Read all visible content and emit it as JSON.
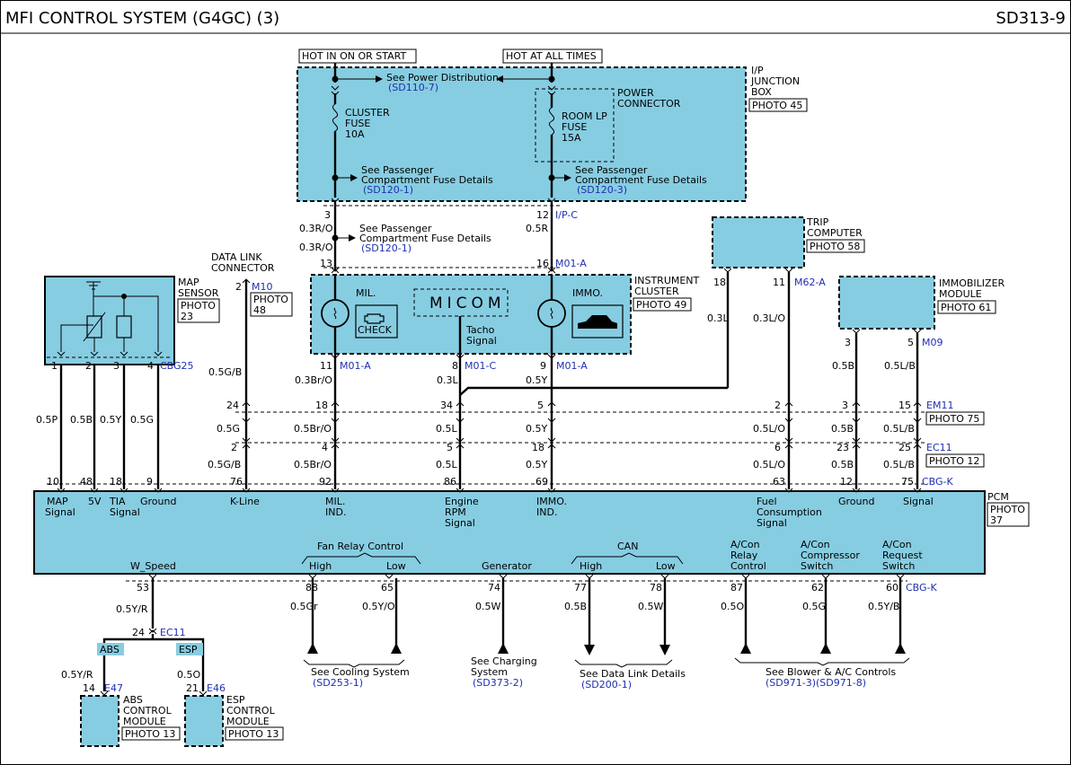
{
  "header": {
    "title": "MFI CONTROL SYSTEM (G4GC) (3)",
    "page_code": "SD313-9"
  },
  "power": {
    "hot_on_start": "HOT IN ON OR START",
    "hot_all_times": "HOT AT ALL TIMES",
    "see_power": "See Power Distribution",
    "power_ref": "(SD110-7)",
    "cluster_fuse": [
      "CLUSTER",
      "FUSE",
      "10A"
    ],
    "room_fuse": [
      "ROOM LP",
      "FUSE",
      "15A"
    ],
    "power_connector": [
      "POWER",
      "CONNECTOR"
    ],
    "ipjb": [
      "I/P",
      "JUNCTION",
      "BOX"
    ],
    "ipjb_photo": "PHOTO 45",
    "see_pass_1": [
      "See Passenger",
      "Compartment Fuse Details"
    ],
    "pass_ref_1": "(SD120-1)",
    "see_pass_2": [
      "See Passenger",
      "Compartment Fuse Details"
    ],
    "pass_ref_2": "(SD120-3)",
    "see_pass_3": [
      "See Passenger",
      "Compartment Fuse Details"
    ],
    "pass_ref_3": "(SD120-1)"
  },
  "cluster": {
    "title": [
      "INSTRUMENT",
      "CLUSTER"
    ],
    "photo": "PHOTO 49",
    "mil": "MIL.",
    "check": "CHECK",
    "micom": "MICOM",
    "immo": "IMMO.",
    "tacho": [
      "Tacho",
      "Signal"
    ]
  },
  "trip": {
    "title": [
      "TRIP",
      "COMPUTER"
    ],
    "photo": "PHOTO 58"
  },
  "immob": {
    "title": [
      "IMMOBILIZER",
      "MODULE"
    ],
    "photo": "PHOTO 61"
  },
  "map_sensor": {
    "title": [
      "MAP",
      "SENSOR"
    ],
    "photo": [
      "PHOTO",
      "23"
    ],
    "connector": "CBG25"
  },
  "dlc": {
    "title": [
      "DATA LINK",
      "CONNECTOR"
    ],
    "connector": "M10",
    "photo": [
      "PHOTO",
      "48"
    ]
  },
  "connectors": {
    "ipc": "I/P-C",
    "m01a_top": "M01-A",
    "m01a_left": "M01-A",
    "m01c": "M01-C",
    "m01a_right": "M01-A",
    "m62a": "M62-A",
    "m09": "M09",
    "em11": "EM11",
    "em11_photo": "PHOTO 75",
    "ec11": "EC11",
    "ec11_photo": "PHOTO 12",
    "cbgk_top": "CBG-K",
    "cbgk_bottom": "CBG-K",
    "ec11_low": "EC11",
    "e47": "E47",
    "e46": "E46"
  },
  "pins": {
    "p3": "3",
    "p12": "12",
    "p13": "13",
    "p16": "16",
    "p2dlc": "2",
    "p18trip": "18",
    "p11trip": "11",
    "p3immo": "3",
    "p5immo": "5",
    "ms1": "1",
    "ms2": "2",
    "ms3": "3",
    "ms4": "4",
    "c11": "11",
    "c8": "8",
    "c9": "9",
    "em24": "24",
    "em18": "18",
    "em34": "34",
    "em5": "5",
    "em2": "2",
    "em3": "3",
    "em15": "15",
    "ec2": "2",
    "ec4": "4",
    "ec5": "5",
    "ec18": "18",
    "ec6": "6",
    "ec23": "23",
    "ec25": "25",
    "k10": "10",
    "k48": "48",
    "k18": "18",
    "k9": "9",
    "k76": "76",
    "k92": "92",
    "k86": "86",
    "k69": "69",
    "k63": "63",
    "k12": "12",
    "k75": "75",
    "b53": "53",
    "b88": "88",
    "b65": "65",
    "b74": "74",
    "b77": "77",
    "b78": "78",
    "b87": "87",
    "b62": "62",
    "b60": "60",
    "ec24": "24",
    "e14": "14",
    "e21": "21"
  },
  "wires": {
    "w_03ro_a": "0.3R/O",
    "w_03ro_b": "0.3R/O",
    "w_05r": "0.5R",
    "w_03l": "0.3L",
    "w_03lo": "0.3L/O",
    "w_05b_immo": "0.5B",
    "w_05lb_immo": "0.5L/B",
    "w_05gb_dlc": "0.5G/B",
    "w_03bro": "0.3Br/O",
    "w_03l_tacho": "0.3L",
    "w_05y_immo": "0.5Y",
    "w_05p": "0.5P",
    "w_05b": "0.5B",
    "w_05y": "0.5Y",
    "w_05g": "0.5G",
    "w_05g_mid": "0.5G",
    "w_05bro_mid": "0.5Br/O",
    "w_05l_mid": "0.5L",
    "w_05y_mid": "0.5Y",
    "w_05lo_mid": "0.5L/O",
    "w_05b_mid": "0.5B",
    "w_05lb_mid": "0.5L/B",
    "w_05gb_low": "0.5G/B",
    "w_05bro_low": "0.5Br/O",
    "w_05l_low": "0.5L",
    "w_05y_low": "0.5Y",
    "w_05lo_low": "0.5L/O",
    "w_05b_low": "0.5B",
    "w_05lb_low": "0.5L/B",
    "w_05yr": "0.5Y/R",
    "w_05gr": "0.5Gr",
    "w_05yo": "0.5Y/O",
    "w_05w_gen": "0.5W",
    "w_05b_can": "0.5B",
    "w_05w_can": "0.5W",
    "w_05o": "0.5O",
    "w_05g_ac": "0.5G",
    "w_05yb": "0.5Y/B",
    "w_05yr_abs": "0.5Y/R",
    "w_05o_esp": "0.5O"
  },
  "pcm": {
    "title": "PCM",
    "photo": [
      "PHOTO",
      "37"
    ],
    "t_map": [
      "MAP",
      "Signal"
    ],
    "t_5v": "5V",
    "t_tia": [
      "TIA",
      "Signal"
    ],
    "t_ground": "Ground",
    "t_kline": "K-Line",
    "t_mil": [
      "MIL.",
      "IND."
    ],
    "t_engine": [
      "Engine",
      "RPM",
      "Signal"
    ],
    "t_immo": [
      "IMMO.",
      "IND."
    ],
    "t_fuel": [
      "Fuel",
      "Consumption",
      "Signal"
    ],
    "t_ground2": "Ground",
    "t_signal": "Signal",
    "t_wspeed": "W_Speed",
    "t_fan": "Fan Relay Control",
    "t_high": "High",
    "t_low": "Low",
    "t_generator": "Generator",
    "t_can": "CAN",
    "t_can_high": "High",
    "t_can_low": "Low",
    "t_acon1": [
      "A/Con",
      "Relay",
      "Control"
    ],
    "t_acon2": [
      "A/Con",
      "Compressor",
      "Switch"
    ],
    "t_acon3": [
      "A/Con",
      "Request",
      "Switch"
    ]
  },
  "bottom": {
    "abs": "ABS",
    "esp": "ESP",
    "abs_module": [
      "ABS",
      "CONTROL",
      "MODULE"
    ],
    "abs_photo": "PHOTO 13",
    "esp_module": [
      "ESP",
      "CONTROL",
      "MODULE"
    ],
    "esp_photo": "PHOTO 13",
    "see_cooling": "See Cooling System",
    "cooling_ref": "(SD253-1)",
    "see_charging": [
      "See Charging",
      "System"
    ],
    "charging_ref": "(SD373-2)",
    "see_datalink": "See Data Link Details",
    "datalink_ref": "(SD200-1)",
    "see_blower": "See Blower & A/C Controls",
    "blower_ref": "(SD971-3)(SD971-8)"
  }
}
